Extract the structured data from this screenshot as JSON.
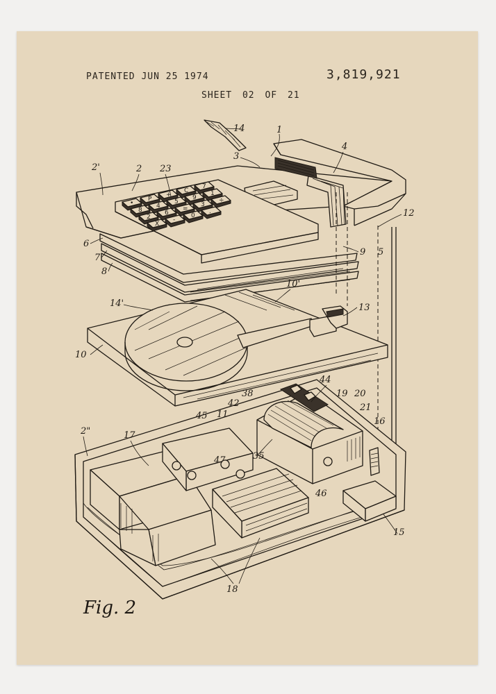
{
  "header": {
    "patented": "PATENTED JUN 25 1974",
    "patent_number": "3,819,921",
    "sheet_word": "SHEET",
    "sheet_num": "02",
    "sheet_of": "OF",
    "sheet_total": "21"
  },
  "figure_label": "Fig. 2",
  "keys": [
    "•",
    "P",
    "+",
    "C",
    "7",
    "8",
    "4",
    "5",
    "9",
    "1",
    "2",
    "6",
    "=",
    "3",
    "÷",
    "X",
    "-",
    "0",
    "."
  ],
  "refs": {
    "r1": "1",
    "r2": "2",
    "r2p": "2'",
    "r2pp": "2\"",
    "r3": "3",
    "r4": "4",
    "r5": "5",
    "r6": "6",
    "r7": "7",
    "r8": "8",
    "r9": "9",
    "r10": "10",
    "r10p": "10'",
    "r11": "11",
    "r12": "12",
    "r13": "13",
    "r14": "14",
    "r14p": "14'",
    "r15": "15",
    "r16": "16",
    "r17": "17",
    "r18": "18",
    "r19": "19",
    "r20": "20",
    "r21": "21",
    "r23": "23",
    "r35": "35",
    "r38": "38",
    "r42": "42",
    "r44": "44",
    "r45": "45",
    "r46": "46",
    "r47": "47"
  },
  "colors": {
    "paper": "#e6d7bd",
    "ink": "#1f1a14",
    "background": "#f2f1ef"
  }
}
